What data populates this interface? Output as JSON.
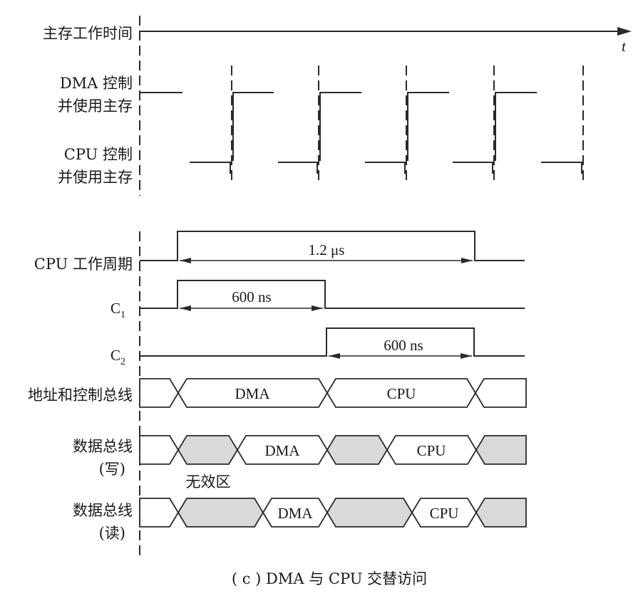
{
  "labels": {
    "main_memory_time": "主存工作时间",
    "t_axis": "t",
    "dma_ctrl_line1": "DMA 控制",
    "dma_ctrl_line2": "并使用主存",
    "cpu_ctrl_line1": "CPU 控制",
    "cpu_ctrl_line2": "并使用主存",
    "cpu_cycle": "CPU 工作周期",
    "c1_base": "C",
    "c1_sub": "1",
    "c2_base": "C",
    "c2_sub": "2",
    "addr_ctrl_bus": "地址和控制总线",
    "data_bus_write_line1": "数据总线",
    "data_bus_write_line2": "(写)",
    "data_bus_read_line1": "数据总线",
    "data_bus_read_line2": "(读)",
    "invalid_zone": "无效区"
  },
  "annotations": {
    "cpu_cycle_duration": "1.2 μs",
    "c1_duration": "600 ns",
    "c2_duration": "600 ns"
  },
  "bus_segments": {
    "addr_dma": "DMA",
    "addr_cpu": "CPU",
    "write_dma": "DMA",
    "write_cpu": "CPU",
    "read_dma": "DMA",
    "read_cpu": "CPU"
  },
  "caption": "( c ) DMA 与 CPU 交替访问"
}
